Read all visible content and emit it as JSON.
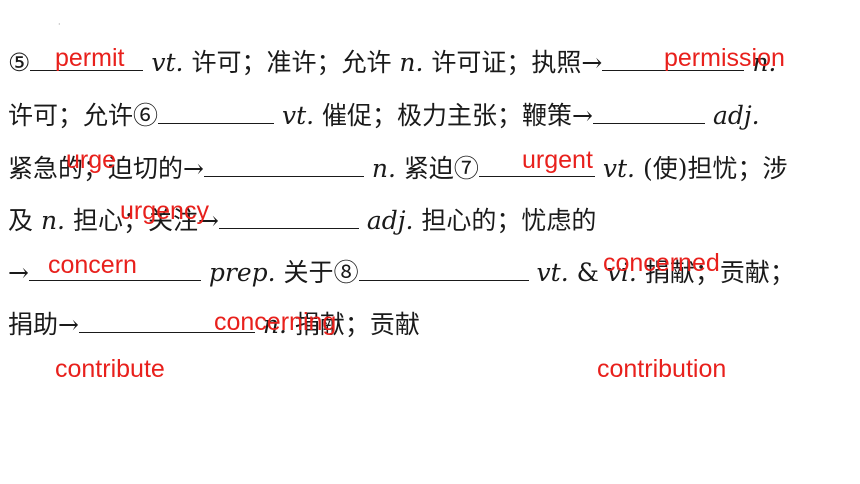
{
  "colors": {
    "text": "#1a1a1a",
    "answer": "#e8201c"
  },
  "lines": [
    {
      "n5": "⑤",
      "pos_vt": "vt.",
      "def_permit": " 许可；准许；允许 ",
      "pos_n": "n.",
      "def_licence": " 许可证；执照→",
      "pos_n2": "n."
    },
    {
      "def_allow": "许可；允许",
      "n6": "⑥",
      "pos_vt": "vt.",
      "def_urge": " 催促；极力主张；鞭策→",
      "pos_adj": "adj."
    },
    {
      "def_urgent": "紧急的；迫切的→",
      "pos_n": "n.",
      "def_urgency": " 紧迫",
      "n7": "⑦",
      "pos_vt": "vt.",
      "def_concern": " (使)担忧；涉"
    },
    {
      "def_involve": "及  ",
      "pos_n": "n.",
      "def_worry": " 担心；关注→",
      "pos_adj": "adj.",
      "def_concerned": " 担心的；忧虑的"
    },
    {
      "arrow": "→",
      "pos_prep": "prep.",
      "def_concerning": " 关于",
      "n8": "⑧",
      "pos_vt": "vt.",
      "amp": " & ",
      "pos_vi": "vi.",
      "def_contribute": " 捐献；贡献；"
    },
    {
      "def_donate": "捐助→",
      "pos_n": "n.",
      "def_contribution": " 捐献；贡献"
    }
  ],
  "answers": {
    "permit": "permit",
    "permission": "permission",
    "urge": "urge",
    "urgent": "urgent",
    "urgency": "urgency",
    "concerned": "concerned",
    "concern": "concern",
    "concerning": "concerning",
    "contribute": "contribute",
    "contribution": "contribution"
  }
}
